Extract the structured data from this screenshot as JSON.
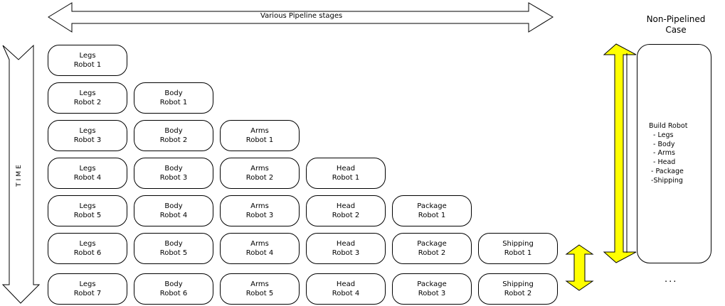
{
  "top_arrow_label": "Various Pipeline stages",
  "time_label": "TIME",
  "non_pipelined": {
    "title_line1": "Non-Pipelined",
    "title_line2": "Case",
    "steps": "Build Robot\n  - Legs\n  - Body\n  - Arms\n  - Head\n - Package\n -Shipping"
  },
  "ellipsis": "...",
  "stage_names": [
    "Legs",
    "Body",
    "Arms",
    "Head",
    "Package",
    "Shipping"
  ],
  "rows": [
    [
      "Robot 1"
    ],
    [
      "Robot 2",
      "Robot 1"
    ],
    [
      "Robot 3",
      "Robot 2",
      "Robot 1"
    ],
    [
      "Robot 4",
      "Robot 3",
      "Robot 2",
      "Robot 1"
    ],
    [
      "Robot 5",
      "Robot 4",
      "Robot 3",
      "Robot 2",
      "Robot 1"
    ],
    [
      "Robot 6",
      "Robot 5",
      "Robot 4",
      "Robot 3",
      "Robot 2",
      "Robot 1"
    ],
    [
      "Robot 7",
      "Robot 6",
      "Robot 5",
      "Robot 4",
      "Robot 3",
      "Robot 2"
    ]
  ],
  "colors": {
    "highlight_arrow": "#ffff00",
    "outline": "#000000"
  }
}
